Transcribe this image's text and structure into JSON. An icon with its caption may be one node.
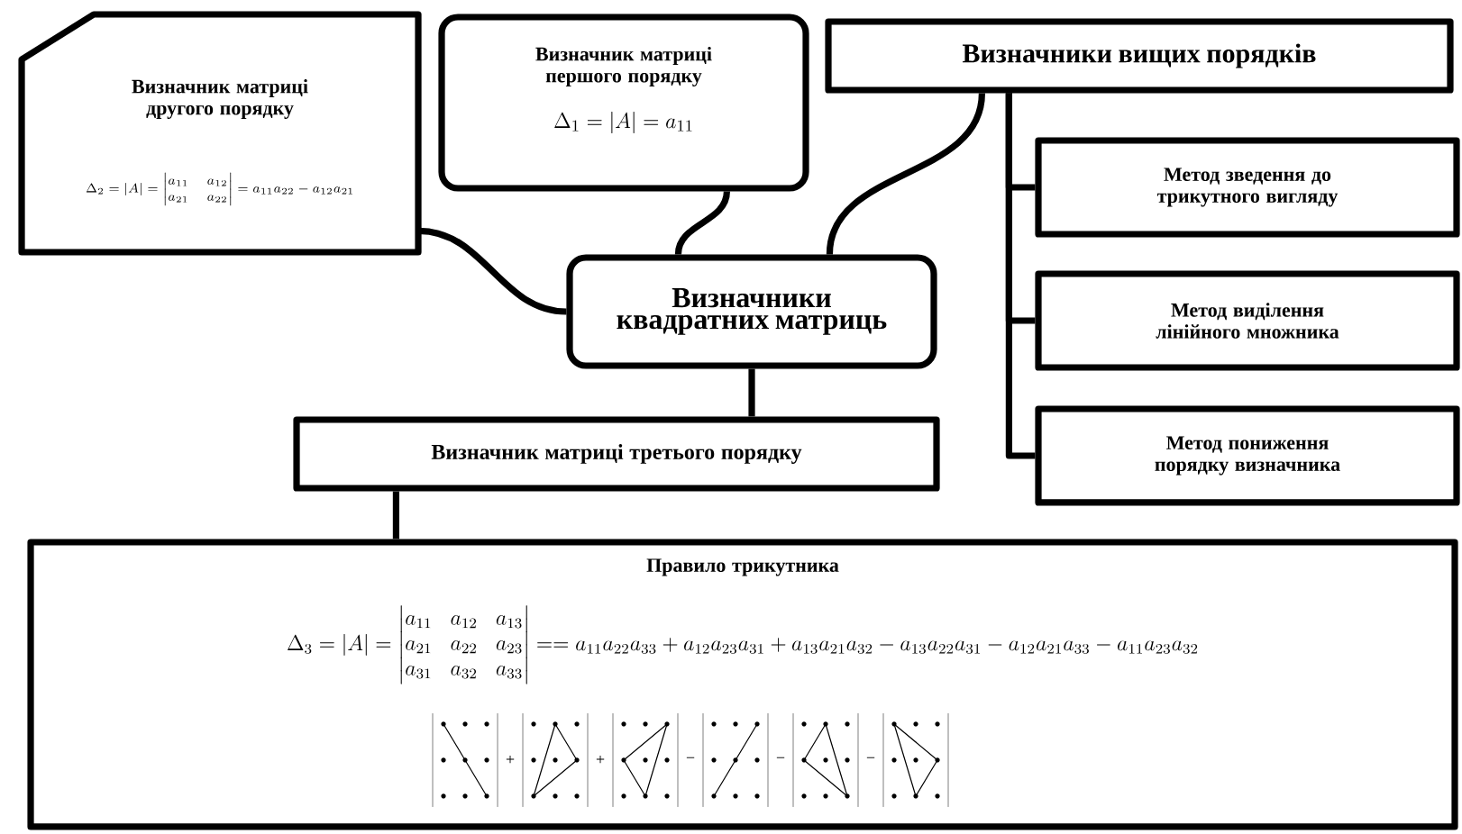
{
  "diagram": {
    "nodes": [
      {
        "text": [
          "Визначники квадратних матриць"
        ]
      },
      {
        "text": [
          "Визначник матриці другого порядку",
          "\\Delta_2=|A|=\\begin{vmatrix}a_{11}&a_{12}\\\\a_{21}&a_{22}\\end{vmatrix}=a_{11}a_{22}-a_{12}a_{21}"
        ]
      },
      {
        "text": [
          "Визначник матриці першого порядку",
          "\\Delta_1=|A|=a_{11}"
        ]
      },
      {
        "text": [
          "Визначники вищих порядків"
        ]
      },
      {
        "text": [
          "Метод зведення до трикутного вигляду"
        ]
      },
      {
        "text": [
          "Метод виділення лінійного множника"
        ]
      },
      {
        "text": [
          "Метод пониження порядку визначника"
        ]
      },
      {
        "text": [
          "Визначник матриці третього порядку"
        ]
      },
      {
        "text": [
          "Правило трикутника",
          "\\Delta_3=|A|=\\begin{vmatrix}a_{11}&a_{12}&a_{13}\\\\a_{21}&a_{22}&a_{23}\\\\a_{31}&a_{32}&a_{33}\\end{vmatrix}==a_{11}a_{22}a_{33}+a_{12}a_{23}a_{31}+a_{13}a_{21}a_{32}-a_{13}a_{22}a_{31}-a_{12}a_{21}a_{33}-a_{11}a_{23}a_{32}"
        ]
      }
    ],
    "edges": [
      {
        "from": 0,
        "to": 1,
        "arrow": "none"
      },
      {
        "from": 0,
        "to": 2,
        "arrow": "none"
      },
      {
        "from": 0,
        "to": 3,
        "arrow": "none"
      },
      {
        "from": 3,
        "to": 4,
        "arrow": "none"
      },
      {
        "from": 3,
        "to": 5,
        "arrow": "none"
      },
      {
        "from": 3,
        "to": 6,
        "arrow": "none"
      },
      {
        "from": 0,
        "to": 7,
        "arrow": "none"
      },
      {
        "from": 7,
        "to": 8,
        "arrow": "none"
      }
    ],
    "labels": [
      "+",
      "+",
      "−",
      "−",
      "−"
    ]
  }
}
